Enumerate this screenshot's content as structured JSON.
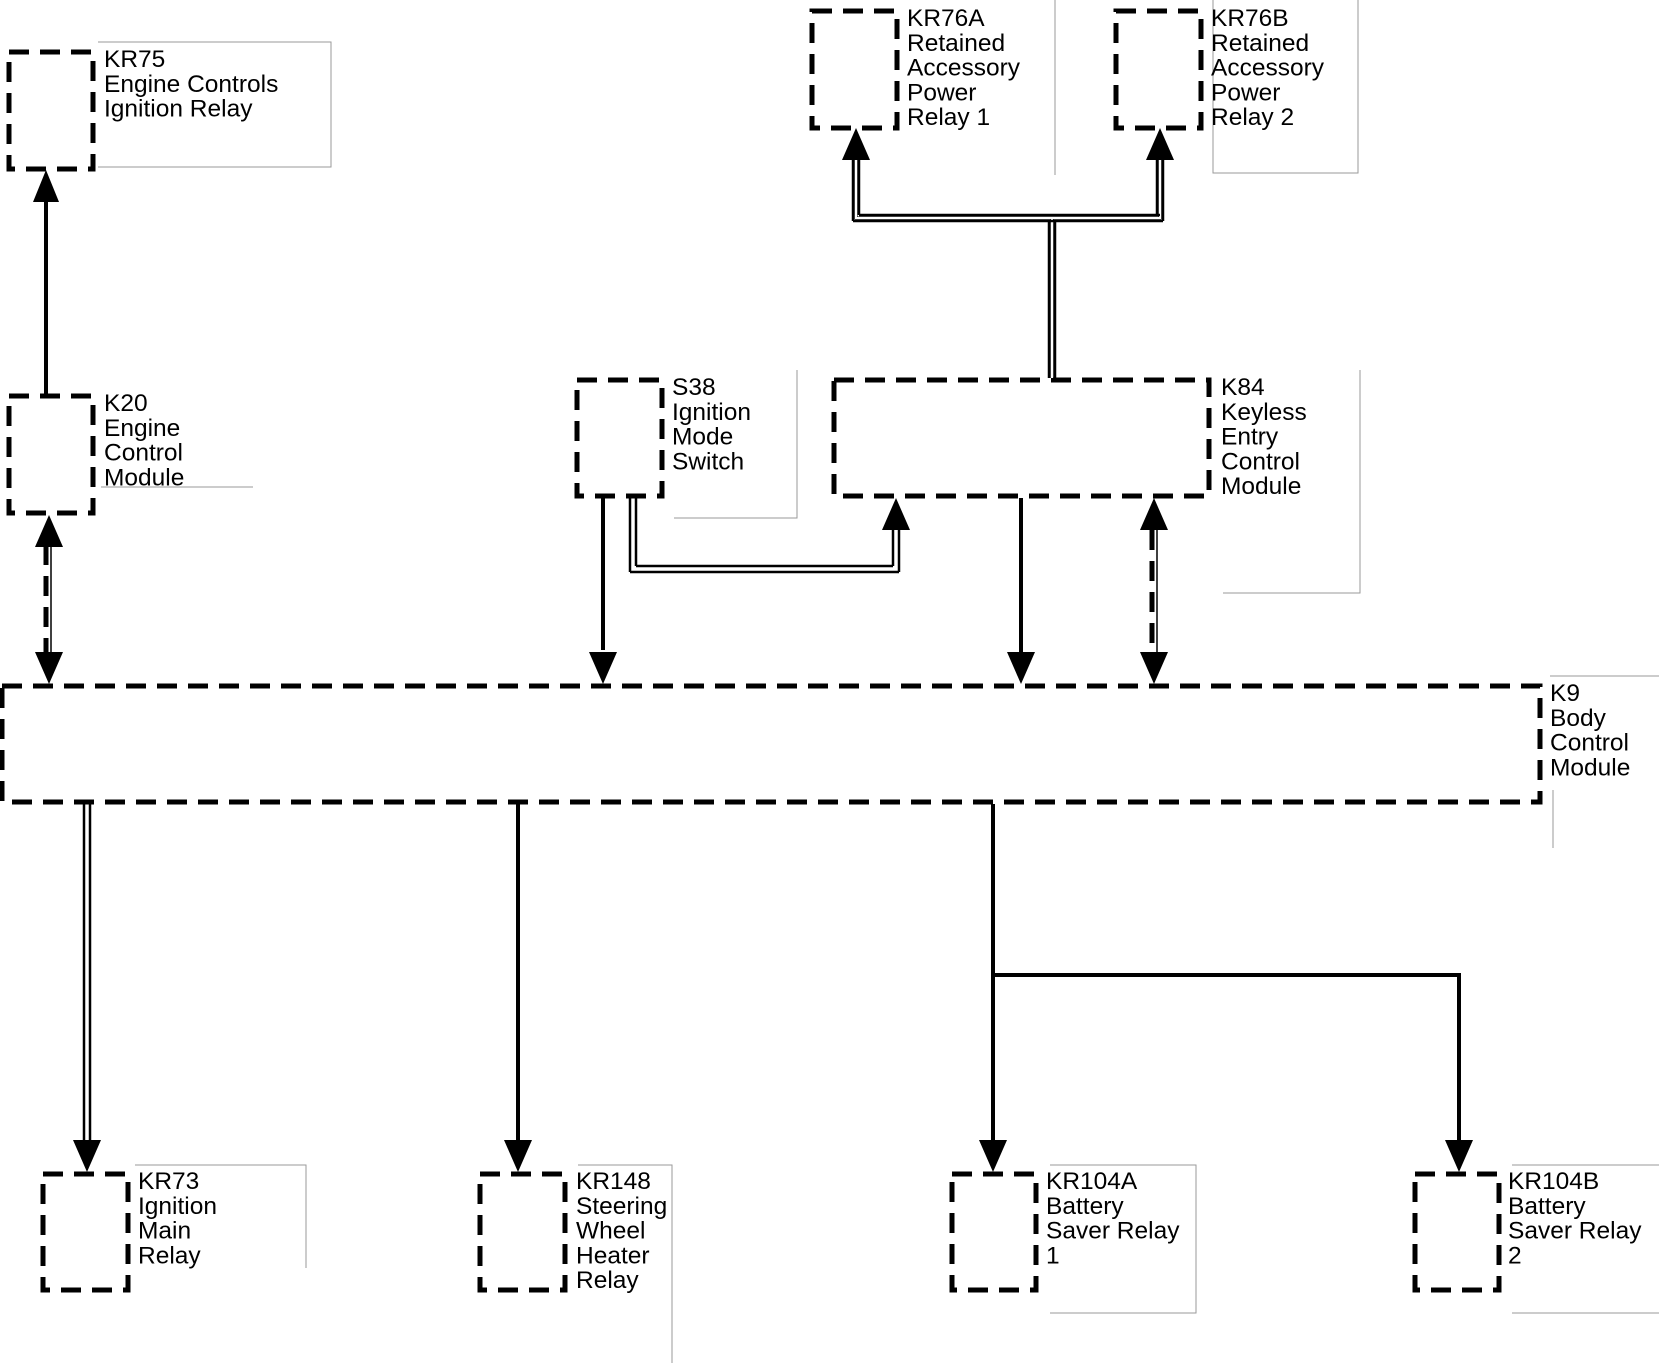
{
  "components": [
    {
      "id": "kr75",
      "lines": [
        "KR75",
        "Engine Controls",
        "Ignition Relay"
      ]
    },
    {
      "id": "kr76a",
      "lines": [
        "KR76A",
        "Retained",
        "Accessory",
        "Power",
        "Relay 1"
      ]
    },
    {
      "id": "kr76b",
      "lines": [
        "KR76B",
        "Retained",
        "Accessory",
        "Power",
        "Relay 2"
      ]
    },
    {
      "id": "k20",
      "lines": [
        "K20",
        "Engine",
        "Control",
        "Module"
      ]
    },
    {
      "id": "s38",
      "lines": [
        "S38",
        "Ignition",
        "Mode",
        "Switch"
      ]
    },
    {
      "id": "k84",
      "lines": [
        "K84",
        "Keyless",
        "Entry",
        "Control",
        "Module"
      ]
    },
    {
      "id": "k9",
      "lines": [
        "K9",
        "Body",
        "Control",
        "Module"
      ]
    },
    {
      "id": "kr73",
      "lines": [
        "KR73",
        "Ignition",
        "Main",
        "Relay"
      ]
    },
    {
      "id": "kr148",
      "lines": [
        "KR148",
        "Steering",
        "Wheel",
        "Heater",
        "Relay"
      ]
    },
    {
      "id": "kr104a",
      "lines": [
        "KR104A",
        "Battery",
        "Saver Relay",
        "1"
      ]
    },
    {
      "id": "kr104b",
      "lines": [
        "KR104B",
        "Battery",
        "Saver Relay",
        "2"
      ]
    }
  ],
  "connections": [
    {
      "from": "k20",
      "to": "kr75",
      "style": "single",
      "direction": "to"
    },
    {
      "from": "k84",
      "to": "kr76a",
      "style": "double",
      "direction": "to"
    },
    {
      "from": "k84",
      "to": "kr76b",
      "style": "double",
      "direction": "to"
    },
    {
      "from": "s38",
      "to": "k84",
      "style": "double",
      "direction": "to"
    },
    {
      "from": "s38",
      "to": "k9",
      "style": "single",
      "direction": "to"
    },
    {
      "from": "k84",
      "to": "k9",
      "style": "single",
      "direction": "to"
    },
    {
      "from": "k84",
      "to": "k9",
      "style": "serial-data",
      "direction": "both"
    },
    {
      "from": "k20",
      "to": "k9",
      "style": "serial-data",
      "direction": "both"
    },
    {
      "from": "k9",
      "to": "kr73",
      "style": "double",
      "direction": "to"
    },
    {
      "from": "k9",
      "to": "kr148",
      "style": "single",
      "direction": "to"
    },
    {
      "from": "k9",
      "to": "kr104a",
      "style": "single",
      "direction": "to"
    },
    {
      "from": "k9",
      "to": "kr104b",
      "style": "single",
      "direction": "to"
    }
  ]
}
